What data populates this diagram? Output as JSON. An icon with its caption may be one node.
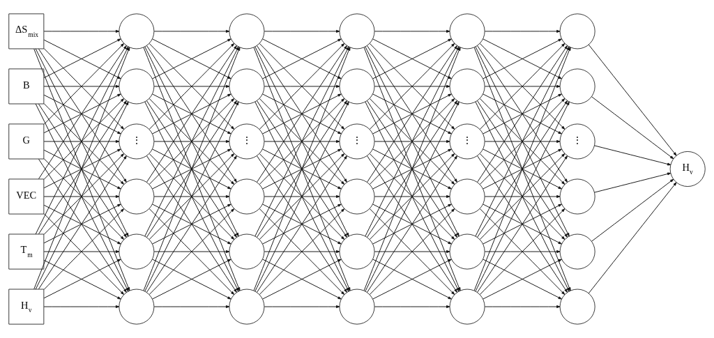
{
  "diagram": {
    "nodes": [
      {
        "text": [
          "ΔS$_{mix}$"
        ]
      },
      {
        "text": [
          "B"
        ]
      },
      {
        "text": [
          "G"
        ]
      },
      {
        "text": [
          "VEC"
        ]
      },
      {
        "text": [
          "T$_{m}$"
        ]
      },
      {
        "text": [
          "H$_{v}$"
        ]
      },
      {
        "text": [],
        "shape": "circle"
      },
      {
        "text": [],
        "shape": "circle"
      },
      {
        "text": [
          "⋮"
        ]
      },
      {
        "text": [],
        "shape": "circle"
      },
      {
        "text": [],
        "shape": "circle"
      },
      {
        "text": [],
        "shape": "circle"
      },
      {
        "text": [],
        "shape": "circle"
      },
      {
        "text": [],
        "shape": "circle"
      },
      {
        "text": [
          "⋮"
        ]
      },
      {
        "text": [],
        "shape": "circle"
      },
      {
        "text": [],
        "shape": "circle"
      },
      {
        "text": [],
        "shape": "circle"
      },
      {
        "text": [],
        "shape": "circle"
      },
      {
        "text": [],
        "shape": "circle"
      },
      {
        "text": [
          "⋮"
        ]
      },
      {
        "text": [],
        "shape": "circle"
      },
      {
        "text": [],
        "shape": "circle"
      },
      {
        "text": [],
        "shape": "circle"
      },
      {
        "text": [],
        "shape": "circle"
      },
      {
        "text": [],
        "shape": "circle"
      },
      {
        "text": [
          "⋮"
        ]
      },
      {
        "text": [],
        "shape": "circle"
      },
      {
        "text": [],
        "shape": "circle"
      },
      {
        "text": [],
        "shape": "circle"
      },
      {
        "text": [],
        "shape": "circle"
      },
      {
        "text": [],
        "shape": "circle"
      },
      {
        "text": [
          "⋮"
        ]
      },
      {
        "text": [],
        "shape": "circle"
      },
      {
        "text": [],
        "shape": "circle"
      },
      {
        "text": [],
        "shape": "circle"
      },
      {
        "text": [
          "H$_{v}$"
        ]
      }
    ],
    "edges": [
      {
        "from": 0,
        "to": 6,
        "arrow": "to"
      },
      {
        "from": 0,
        "to": 7,
        "arrow": "to"
      },
      {
        "from": 0,
        "to": 8,
        "arrow": "to"
      },
      {
        "from": 0,
        "to": 9,
        "arrow": "to"
      },
      {
        "from": 0,
        "to": 10,
        "arrow": "to"
      },
      {
        "from": 0,
        "to": 11,
        "arrow": "to"
      },
      {
        "from": 1,
        "to": 6,
        "arrow": "to"
      },
      {
        "from": 1,
        "to": 7,
        "arrow": "to"
      },
      {
        "from": 1,
        "to": 8,
        "arrow": "to"
      },
      {
        "from": 1,
        "to": 9,
        "arrow": "to"
      },
      {
        "from": 1,
        "to": 10,
        "arrow": "to"
      },
      {
        "from": 1,
        "to": 11,
        "arrow": "to"
      },
      {
        "from": 2,
        "to": 6,
        "arrow": "to"
      },
      {
        "from": 2,
        "to": 7,
        "arrow": "to"
      },
      {
        "from": 2,
        "to": 8,
        "arrow": "to"
      },
      {
        "from": 2,
        "to": 9,
        "arrow": "to"
      },
      {
        "from": 2,
        "to": 10,
        "arrow": "to"
      },
      {
        "from": 2,
        "to": 11,
        "arrow": "to"
      },
      {
        "from": 3,
        "to": 6,
        "arrow": "to"
      },
      {
        "from": 3,
        "to": 7,
        "arrow": "to"
      },
      {
        "from": 3,
        "to": 8,
        "arrow": "to"
      },
      {
        "from": 3,
        "to": 9,
        "arrow": "to"
      },
      {
        "from": 3,
        "to": 10,
        "arrow": "to"
      },
      {
        "from": 3,
        "to": 11,
        "arrow": "to"
      },
      {
        "from": 4,
        "to": 6,
        "arrow": "to"
      },
      {
        "from": 4,
        "to": 7,
        "arrow": "to"
      },
      {
        "from": 4,
        "to": 8,
        "arrow": "to"
      },
      {
        "from": 4,
        "to": 9,
        "arrow": "to"
      },
      {
        "from": 4,
        "to": 10,
        "arrow": "to"
      },
      {
        "from": 4,
        "to": 11,
        "arrow": "to"
      },
      {
        "from": 5,
        "to": 6,
        "arrow": "to"
      },
      {
        "from": 5,
        "to": 7,
        "arrow": "to"
      },
      {
        "from": 5,
        "to": 8,
        "arrow": "to"
      },
      {
        "from": 5,
        "to": 9,
        "arrow": "to"
      },
      {
        "from": 5,
        "to": 10,
        "arrow": "to"
      },
      {
        "from": 5,
        "to": 11,
        "arrow": "to"
      },
      {
        "from": 6,
        "to": 12,
        "arrow": "to"
      },
      {
        "from": 6,
        "to": 13,
        "arrow": "to"
      },
      {
        "from": 6,
        "to": 14,
        "arrow": "to"
      },
      {
        "from": 6,
        "to": 15,
        "arrow": "to"
      },
      {
        "from": 6,
        "to": 16,
        "arrow": "to"
      },
      {
        "from": 6,
        "to": 17,
        "arrow": "to"
      },
      {
        "from": 7,
        "to": 12,
        "arrow": "to"
      },
      {
        "from": 7,
        "to": 13,
        "arrow": "to"
      },
      {
        "from": 7,
        "to": 14,
        "arrow": "to"
      },
      {
        "from": 7,
        "to": 15,
        "arrow": "to"
      },
      {
        "from": 7,
        "to": 16,
        "arrow": "to"
      },
      {
        "from": 7,
        "to": 17,
        "arrow": "to"
      },
      {
        "from": 8,
        "to": 12,
        "arrow": "to"
      },
      {
        "from": 8,
        "to": 13,
        "arrow": "to"
      },
      {
        "from": 8,
        "to": 14,
        "arrow": "to"
      },
      {
        "from": 8,
        "to": 15,
        "arrow": "to"
      },
      {
        "from": 8,
        "to": 16,
        "arrow": "to"
      },
      {
        "from": 8,
        "to": 17,
        "arrow": "to"
      },
      {
        "from": 9,
        "to": 12,
        "arrow": "to"
      },
      {
        "from": 9,
        "to": 13,
        "arrow": "to"
      },
      {
        "from": 9,
        "to": 14,
        "arrow": "to"
      },
      {
        "from": 9,
        "to": 15,
        "arrow": "to"
      },
      {
        "from": 9,
        "to": 16,
        "arrow": "to"
      },
      {
        "from": 9,
        "to": 17,
        "arrow": "to"
      },
      {
        "from": 10,
        "to": 12,
        "arrow": "to"
      },
      {
        "from": 10,
        "to": 13,
        "arrow": "to"
      },
      {
        "from": 10,
        "to": 14,
        "arrow": "to"
      },
      {
        "from": 10,
        "to": 15,
        "arrow": "to"
      },
      {
        "from": 10,
        "to": 16,
        "arrow": "to"
      },
      {
        "from": 10,
        "to": 17,
        "arrow": "to"
      },
      {
        "from": 11,
        "to": 12,
        "arrow": "to"
      },
      {
        "from": 11,
        "to": 13,
        "arrow": "to"
      },
      {
        "from": 11,
        "to": 14,
        "arrow": "to"
      },
      {
        "from": 11,
        "to": 15,
        "arrow": "to"
      },
      {
        "from": 11,
        "to": 16,
        "arrow": "to"
      },
      {
        "from": 11,
        "to": 17,
        "arrow": "to"
      },
      {
        "from": 12,
        "to": 18,
        "arrow": "to"
      },
      {
        "from": 12,
        "to": 19,
        "arrow": "to"
      },
      {
        "from": 12,
        "to": 20,
        "arrow": "to"
      },
      {
        "from": 12,
        "to": 21,
        "arrow": "to"
      },
      {
        "from": 12,
        "to": 22,
        "arrow": "to"
      },
      {
        "from": 12,
        "to": 23,
        "arrow": "to"
      },
      {
        "from": 13,
        "to": 18,
        "arrow": "to"
      },
      {
        "from": 13,
        "to": 19,
        "arrow": "to"
      },
      {
        "from": 13,
        "to": 20,
        "arrow": "to"
      },
      {
        "from": 13,
        "to": 21,
        "arrow": "to"
      },
      {
        "from": 13,
        "to": 22,
        "arrow": "to"
      },
      {
        "from": 13,
        "to": 23,
        "arrow": "to"
      },
      {
        "from": 14,
        "to": 18,
        "arrow": "to"
      },
      {
        "from": 14,
        "to": 19,
        "arrow": "to"
      },
      {
        "from": 14,
        "to": 20,
        "arrow": "to"
      },
      {
        "from": 14,
        "to": 21,
        "arrow": "to"
      },
      {
        "from": 14,
        "to": 22,
        "arrow": "to"
      },
      {
        "from": 14,
        "to": 23,
        "arrow": "to"
      },
      {
        "from": 15,
        "to": 18,
        "arrow": "to"
      },
      {
        "from": 15,
        "to": 19,
        "arrow": "to"
      },
      {
        "from": 15,
        "to": 20,
        "arrow": "to"
      },
      {
        "from": 15,
        "to": 21,
        "arrow": "to"
      },
      {
        "from": 15,
        "to": 22,
        "arrow": "to"
      },
      {
        "from": 15,
        "to": 23,
        "arrow": "to"
      },
      {
        "from": 16,
        "to": 18,
        "arrow": "to"
      },
      {
        "from": 16,
        "to": 19,
        "arrow": "to"
      },
      {
        "from": 16,
        "to": 20,
        "arrow": "to"
      },
      {
        "from": 16,
        "to": 21,
        "arrow": "to"
      },
      {
        "from": 16,
        "to": 22,
        "arrow": "to"
      },
      {
        "from": 16,
        "to": 23,
        "arrow": "to"
      },
      {
        "from": 17,
        "to": 18,
        "arrow": "to"
      },
      {
        "from": 17,
        "to": 19,
        "arrow": "to"
      },
      {
        "from": 17,
        "to": 20,
        "arrow": "to"
      },
      {
        "from": 17,
        "to": 21,
        "arrow": "to"
      },
      {
        "from": 17,
        "to": 22,
        "arrow": "to"
      },
      {
        "from": 17,
        "to": 23,
        "arrow": "to"
      },
      {
        "from": 18,
        "to": 24,
        "arrow": "to"
      },
      {
        "from": 18,
        "to": 25,
        "arrow": "to"
      },
      {
        "from": 18,
        "to": 26,
        "arrow": "to"
      },
      {
        "from": 18,
        "to": 27,
        "arrow": "to"
      },
      {
        "from": 18,
        "to": 28,
        "arrow": "to"
      },
      {
        "from": 18,
        "to": 29,
        "arrow": "to"
      },
      {
        "from": 19,
        "to": 24,
        "arrow": "to"
      },
      {
        "from": 19,
        "to": 25,
        "arrow": "to"
      },
      {
        "from": 19,
        "to": 26,
        "arrow": "to"
      },
      {
        "from": 19,
        "to": 27,
        "arrow": "to"
      },
      {
        "from": 19,
        "to": 28,
        "arrow": "to"
      },
      {
        "from": 19,
        "to": 29,
        "arrow": "to"
      },
      {
        "from": 20,
        "to": 24,
        "arrow": "to"
      },
      {
        "from": 20,
        "to": 25,
        "arrow": "to"
      },
      {
        "from": 20,
        "to": 26,
        "arrow": "to"
      },
      {
        "from": 20,
        "to": 27,
        "arrow": "to"
      },
      {
        "from": 20,
        "to": 28,
        "arrow": "to"
      },
      {
        "from": 20,
        "to": 29,
        "arrow": "to"
      },
      {
        "from": 21,
        "to": 24,
        "arrow": "to"
      },
      {
        "from": 21,
        "to": 25,
        "arrow": "to"
      },
      {
        "from": 21,
        "to": 26,
        "arrow": "to"
      },
      {
        "from": 21,
        "to": 27,
        "arrow": "to"
      },
      {
        "from": 21,
        "to": 28,
        "arrow": "to"
      },
      {
        "from": 21,
        "to": 29,
        "arrow": "to"
      },
      {
        "from": 22,
        "to": 24,
        "arrow": "to"
      },
      {
        "from": 22,
        "to": 25,
        "arrow": "to"
      },
      {
        "from": 22,
        "to": 26,
        "arrow": "to"
      },
      {
        "from": 22,
        "to": 27,
        "arrow": "to"
      },
      {
        "from": 22,
        "to": 28,
        "arrow": "to"
      },
      {
        "from": 22,
        "to": 29,
        "arrow": "to"
      },
      {
        "from": 23,
        "to": 24,
        "arrow": "to"
      },
      {
        "from": 23,
        "to": 25,
        "arrow": "to"
      },
      {
        "from": 23,
        "to": 26,
        "arrow": "to"
      },
      {
        "from": 23,
        "to": 27,
        "arrow": "to"
      },
      {
        "from": 23,
        "to": 28,
        "arrow": "to"
      },
      {
        "from": 23,
        "to": 29,
        "arrow": "to"
      },
      {
        "from": 24,
        "to": 30,
        "arrow": "to"
      },
      {
        "from": 24,
        "to": 31,
        "arrow": "to"
      },
      {
        "from": 24,
        "to": 32,
        "arrow": "to"
      },
      {
        "from": 24,
        "to": 33,
        "arrow": "to"
      },
      {
        "from": 24,
        "to": 34,
        "arrow": "to"
      },
      {
        "from": 24,
        "to": 35,
        "arrow": "to"
      },
      {
        "from": 25,
        "to": 30,
        "arrow": "to"
      },
      {
        "from": 25,
        "to": 31,
        "arrow": "to"
      },
      {
        "from": 25,
        "to": 32,
        "arrow": "to"
      },
      {
        "from": 25,
        "to": 33,
        "arrow": "to"
      },
      {
        "from": 25,
        "to": 34,
        "arrow": "to"
      },
      {
        "from": 25,
        "to": 35,
        "arrow": "to"
      },
      {
        "from": 26,
        "to": 30,
        "arrow": "to"
      },
      {
        "from": 26,
        "to": 31,
        "arrow": "to"
      },
      {
        "from": 26,
        "to": 32,
        "arrow": "to"
      },
      {
        "from": 26,
        "to": 33,
        "arrow": "to"
      },
      {
        "from": 26,
        "to": 34,
        "arrow": "to"
      },
      {
        "from": 26,
        "to": 35,
        "arrow": "to"
      },
      {
        "from": 27,
        "to": 30,
        "arrow": "to"
      },
      {
        "from": 27,
        "to": 31,
        "arrow": "to"
      },
      {
        "from": 27,
        "to": 32,
        "arrow": "to"
      },
      {
        "from": 27,
        "to": 33,
        "arrow": "to"
      },
      {
        "from": 27,
        "to": 34,
        "arrow": "to"
      },
      {
        "from": 27,
        "to": 35,
        "arrow": "to"
      },
      {
        "from": 28,
        "to": 30,
        "arrow": "to"
      },
      {
        "from": 28,
        "to": 31,
        "arrow": "to"
      },
      {
        "from": 28,
        "to": 32,
        "arrow": "to"
      },
      {
        "from": 28,
        "to": 33,
        "arrow": "to"
      },
      {
        "from": 28,
        "to": 34,
        "arrow": "to"
      },
      {
        "from": 28,
        "to": 35,
        "arrow": "to"
      },
      {
        "from": 29,
        "to": 30,
        "arrow": "to"
      },
      {
        "from": 29,
        "to": 31,
        "arrow": "to"
      },
      {
        "from": 29,
        "to": 32,
        "arrow": "to"
      },
      {
        "from": 29,
        "to": 33,
        "arrow": "to"
      },
      {
        "from": 29,
        "to": 34,
        "arrow": "to"
      },
      {
        "from": 29,
        "to": 35,
        "arrow": "to"
      },
      {
        "from": 30,
        "to": 36,
        "arrow": "to"
      },
      {
        "from": 31,
        "to": 36,
        "arrow": "to"
      },
      {
        "from": 32,
        "to": 36,
        "arrow": "to"
      },
      {
        "from": 33,
        "to": 36,
        "arrow": "to"
      },
      {
        "from": 34,
        "to": 36,
        "arrow": "to"
      },
      {
        "from": 35,
        "to": 36,
        "arrow": "to"
      }
    ]
  }
}
